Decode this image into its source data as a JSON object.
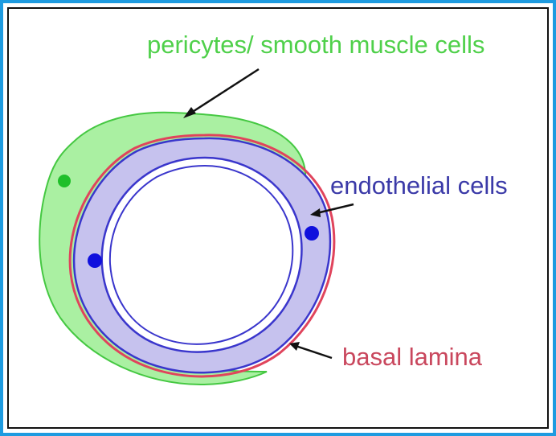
{
  "diagram": {
    "labels": {
      "pericytes": "pericytes/ smooth muscle cells",
      "endothelial": "endothelial cells",
      "basal": "basal lamina"
    },
    "colors": {
      "border_outer": "#1e9be0",
      "pericyte_fill": "#aaf0a2",
      "pericyte_stroke": "#45c842",
      "pericyte_nucleus": "#1fbf2a",
      "pericyte_label": "#4fd04a",
      "endothelial_fill": "#c6c2ee",
      "endothelial_stroke": "#3a36cc",
      "endothelial_nucleus": "#1010dd",
      "endothelial_label": "#3b3aa8",
      "basal_stroke": "#e0445c",
      "basal_label": "#c9475d",
      "arrow": "#111111"
    }
  }
}
